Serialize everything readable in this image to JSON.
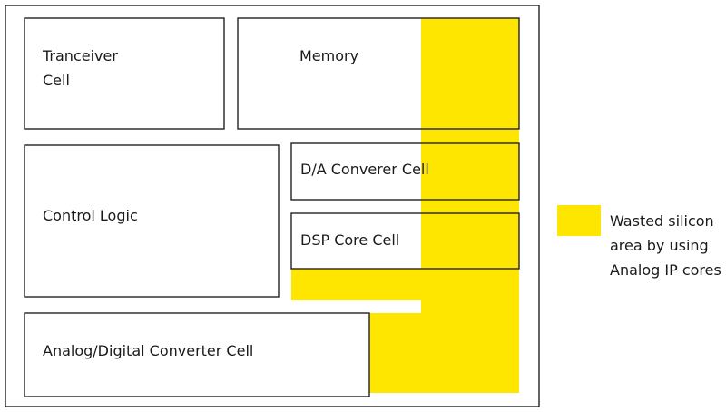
{
  "diagram": {
    "cells": {
      "transceiver": {
        "line1": "Tranceiver",
        "line2": "Cell"
      },
      "memory": "Memory",
      "da_converter": "D/A Converer Cell",
      "control_logic": "Control Logic",
      "dsp_core": "DSP Core Cell",
      "ad_converter": "Analog/Digital Converter Cell"
    },
    "legend": {
      "line1": "Wasted silicon",
      "line2": "area by using",
      "line3": "Analog IP cores"
    },
    "colors": {
      "wasted_area": "#FFE600",
      "border": "#222222"
    }
  }
}
